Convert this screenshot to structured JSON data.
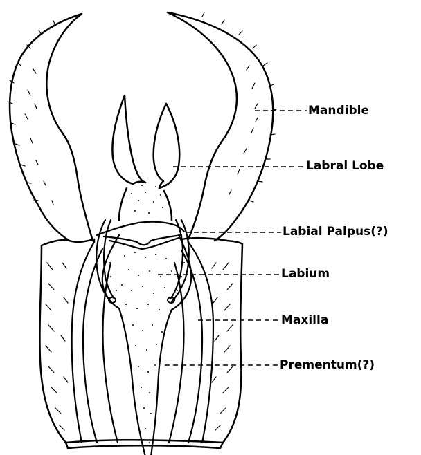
{
  "labels": {
    "mandible": "Mandible",
    "labral_lobe": "Labral Lobe",
    "labial_palpus": "Labial Palpus(?)",
    "labium": "Labium",
    "maxilla": "Maxilla",
    "prementum": "Prementum(?)"
  },
  "colors": {
    "ink": "#000000",
    "paper": "#ffffff"
  }
}
